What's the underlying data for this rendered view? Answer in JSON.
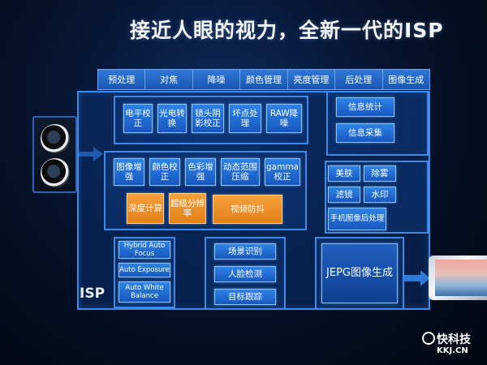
{
  "title": "接近人眼的视力，全新一代的ISP",
  "tabs": [
    "预处理",
    "对焦",
    "降噪",
    "颜色管理",
    "亮度管理",
    "后处理",
    "图像生成"
  ],
  "row1": [
    "电平校正",
    "光电转换",
    "镜头阴影校正",
    "坏点处理",
    "RAW降噪"
  ],
  "row2": [
    "图像增强",
    "颜色校正",
    "色彩增强",
    "动态范围压缩",
    "gamma校正"
  ],
  "row3": [
    "深度计算",
    "超级分辨率",
    "视频防抖"
  ],
  "info": [
    "信息统计",
    "信息采集"
  ],
  "post": [
    "美肤",
    "除雾",
    "滤镜",
    "水印",
    "手机图像后处理"
  ],
  "threeA": [
    "Hybrid Auto Focus",
    "Auto Exposure",
    "Auto White Balance"
  ],
  "scene": [
    "场景识别",
    "人脸检测",
    "目标跟踪"
  ],
  "jpeg": "JEPG图像生成",
  "isp_label": "ISP",
  "logo": {
    "name": "快科技",
    "url": "KKJ.CN"
  },
  "colors": {
    "accent": "#2f83e6",
    "orange": "#f29432",
    "border": "#3f8ae8"
  }
}
